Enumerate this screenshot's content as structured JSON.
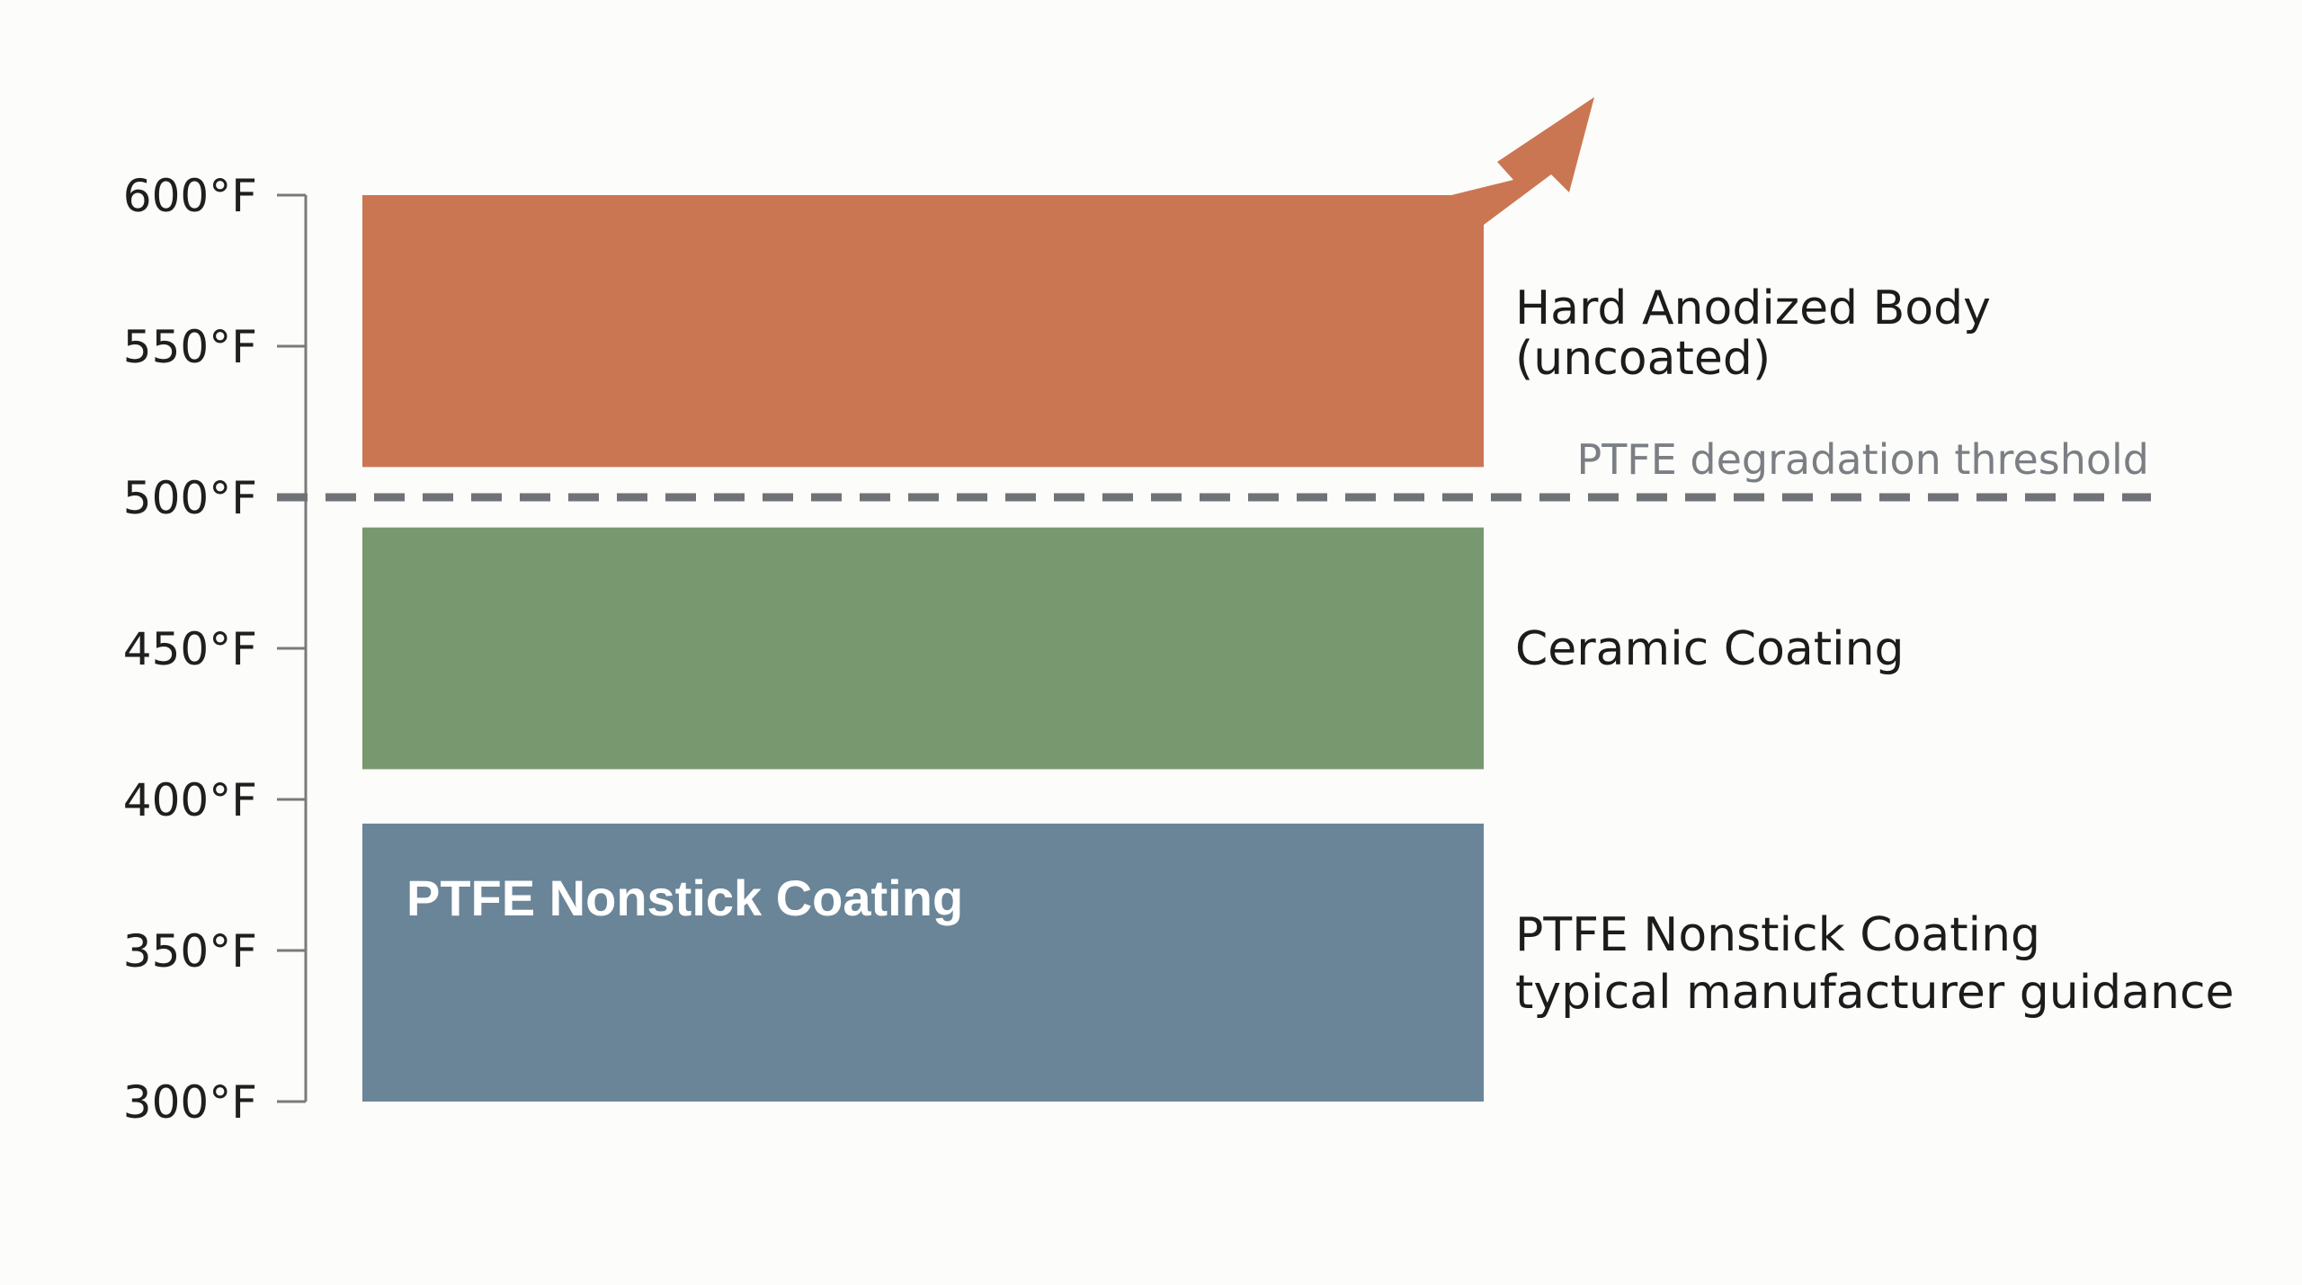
{
  "chart_data": {
    "type": "range_bar",
    "title": "",
    "xlabel": "",
    "ylabel": "",
    "y_unit": "°F",
    "ylim": [
      300,
      600
    ],
    "yticks": [
      {
        "value": 600,
        "label": "600°F"
      },
      {
        "value": 550,
        "label": "550°F"
      },
      {
        "value": 500,
        "label": "500°F"
      },
      {
        "value": 450,
        "label": "450°F"
      },
      {
        "value": 400,
        "label": "400°F"
      },
      {
        "value": 350,
        "label": "350°F"
      },
      {
        "value": 300,
        "label": "300°F"
      }
    ],
    "grid": false,
    "bands": [
      {
        "id": "hard-anodized",
        "low": 510,
        "high": 600,
        "open_ended_top": true,
        "color": "#cb7652",
        "label_lines": [
          "Hard Anodized Body",
          "(uncoated)"
        ],
        "inner_label": ""
      },
      {
        "id": "ceramic",
        "low": 410,
        "high": 490,
        "open_ended_top": false,
        "color": "#789870",
        "label_lines": [
          "Ceramic Coating"
        ],
        "inner_label": ""
      },
      {
        "id": "ptfe",
        "low": 300,
        "high": 392,
        "open_ended_top": false,
        "color": "#6a8598",
        "label_lines": [
          "PTFE Nonstick Coating",
          "typical manufacturer guidance"
        ],
        "inner_label": "PTFE Nonstick Coating"
      }
    ],
    "threshold": {
      "value": 500,
      "label": "PTFE degradation threshold",
      "color": "#6f7378",
      "style": "dashed"
    }
  }
}
